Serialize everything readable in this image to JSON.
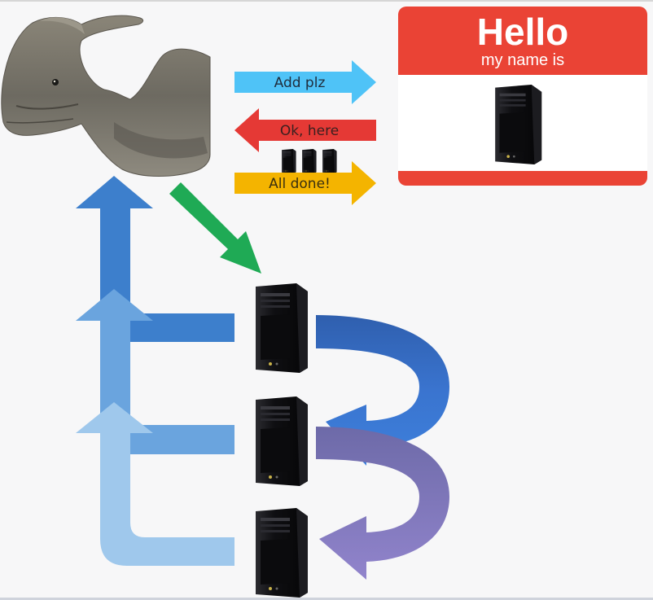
{
  "messages": {
    "request": "Add plz",
    "response": "Ok, here",
    "done": "All done!"
  },
  "name_tag": {
    "title": "Hello",
    "subtitle": "my name is"
  },
  "colors": {
    "request_arrow": "#4fc3f7",
    "response_arrow": "#e53935",
    "done_arrow": "#f4b400",
    "green_arrow": "#1faa55",
    "blue_dark": "#3d7fcc",
    "blue_mid": "#6aa4de",
    "blue_light": "#9fc8ec",
    "curve_blue": "#3d74c9",
    "curve_purple": "#8f7fc7",
    "tag_red": "#ea4335"
  }
}
